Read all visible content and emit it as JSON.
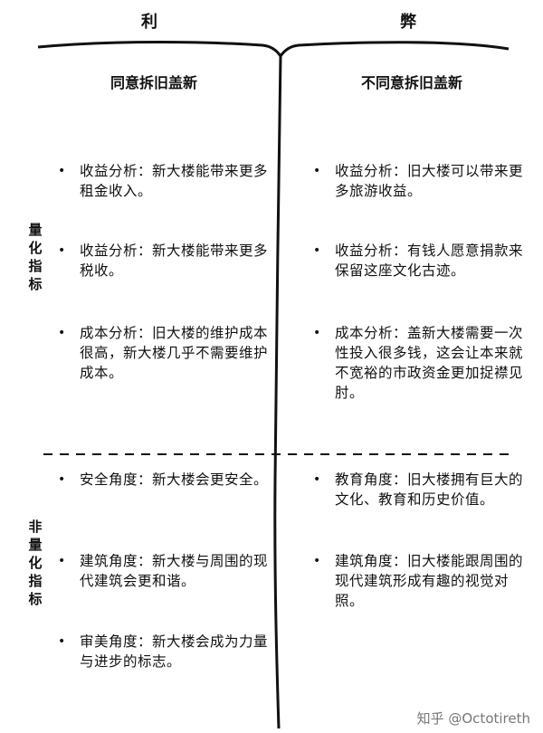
{
  "header": {
    "pros": "利",
    "cons": "弊"
  },
  "columns": {
    "left_title": "同意拆旧盖新",
    "right_title": "不同意拆旧盖新"
  },
  "side_labels": {
    "quantitative": "量化指标",
    "non_quantitative": "非量化指标"
  },
  "left_items": [
    "收益分析：新大楼能带来更多租金收入。",
    "收益分析：新大楼能带来更多税收。",
    "成本分析：旧大楼的维护成本很高，新大楼几乎不需要维护成本。",
    "安全角度：新大楼会更安全。",
    "建筑角度：新大楼与周围的现代建筑会更和谐。",
    "审美角度：新大楼会成为力量与进步的标志。"
  ],
  "right_items": [
    "收益分析：旧大楼可以带来更多旅游收益。",
    "收益分析：有钱人愿意捐款来保留这座文化古迹。",
    "成本分析：盖新大楼需要一次性投入很多钱，这会让本来就不宽裕的市政资金更加捉襟见肘。",
    "教育角度：旧大楼拥有巨大的文化、教育和历史价值。",
    "建筑角度：旧大楼能跟周围的现代建筑形成有趣的视觉对照。"
  ],
  "bullet_symbol": "•",
  "watermark": "知乎 @Octotireth"
}
